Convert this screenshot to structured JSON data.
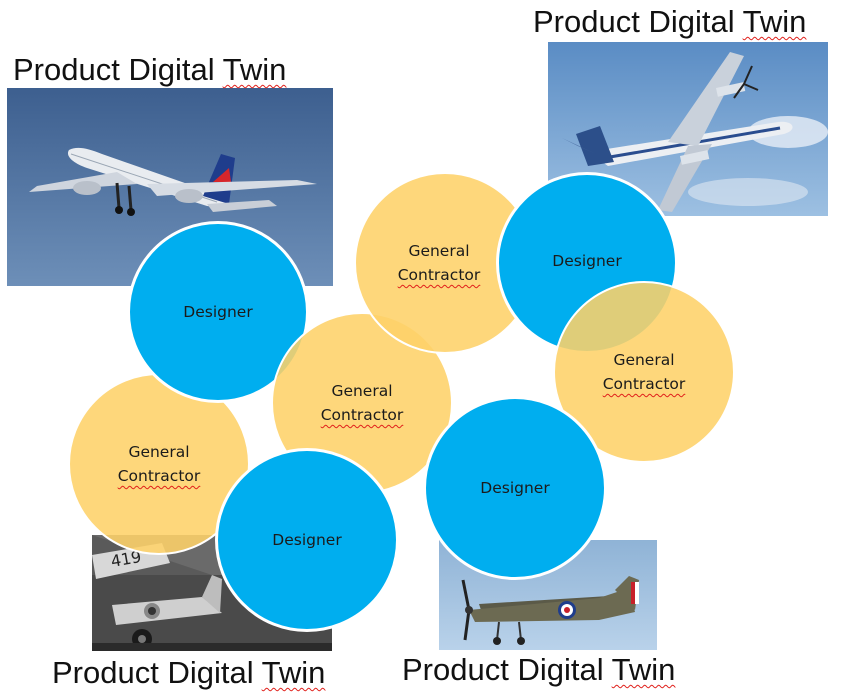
{
  "colors": {
    "designer": "#00aeef",
    "general_contractor": "#fed269",
    "spellcheck": "#e0201b"
  },
  "titles": [
    {
      "first": "Product Digital ",
      "last": "Twin"
    },
    {
      "first": "Product Digital ",
      "last": "Twin"
    },
    {
      "first": "Product Digital ",
      "last": "Twin"
    },
    {
      "first": "Product Digital ",
      "last": "Twin"
    }
  ],
  "nodes": {
    "designer": "Designer",
    "gc_line1": "General",
    "gc_line2": "Contractor"
  }
}
